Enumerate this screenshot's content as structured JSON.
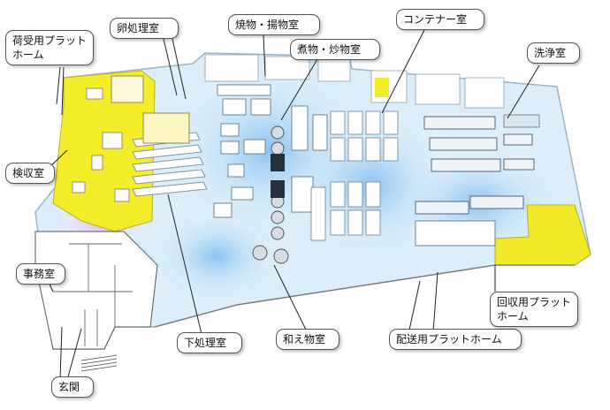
{
  "labels": {
    "receiving_platform": "荷受用プラット\nホーム",
    "egg_room": "卵処理室",
    "grill_fry_room": "焼物・揚物室",
    "simmer_stirfry_room": "煮物・炒物室",
    "container_room": "コンテナー室",
    "washing_room": "洗浄室",
    "inspection_room": "検収室",
    "office": "事務室",
    "prep_room": "下処理室",
    "mixing_room": "和え物室",
    "delivery_platform": "配送用プラットホーム",
    "return_platform": "回収用プラット\nホーム",
    "entrance": "玄関"
  },
  "colors": {
    "receiving_zone": "#f4ee2a",
    "return_zone": "#f2ea28",
    "floor": "#dbeefa",
    "floor_glow": "#b9dcf5",
    "wall": "#ffffff",
    "entrance_tint": "#f0c9ea"
  }
}
